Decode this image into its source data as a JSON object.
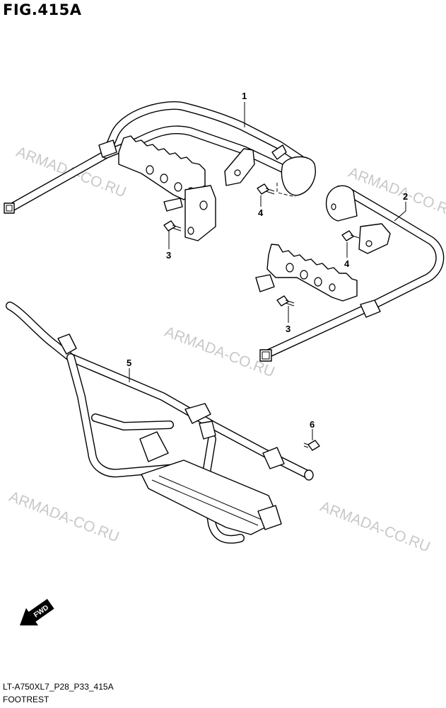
{
  "figure": {
    "title": "FIG.415A",
    "code": "LT-A750XL7_P28_P33_415A",
    "name": "FOOTREST"
  },
  "watermark": {
    "text": "ARMADA-CO.RU"
  },
  "callouts": [
    {
      "id": "c1",
      "label": "1"
    },
    {
      "id": "c2",
      "label": "2"
    },
    {
      "id": "c3a",
      "label": "3"
    },
    {
      "id": "c3b",
      "label": "3"
    },
    {
      "id": "c4a",
      "label": "4"
    },
    {
      "id": "c4b",
      "label": "4"
    },
    {
      "id": "c5",
      "label": "5"
    },
    {
      "id": "c6",
      "label": "6"
    }
  ],
  "fwd": {
    "label": "FWD"
  }
}
